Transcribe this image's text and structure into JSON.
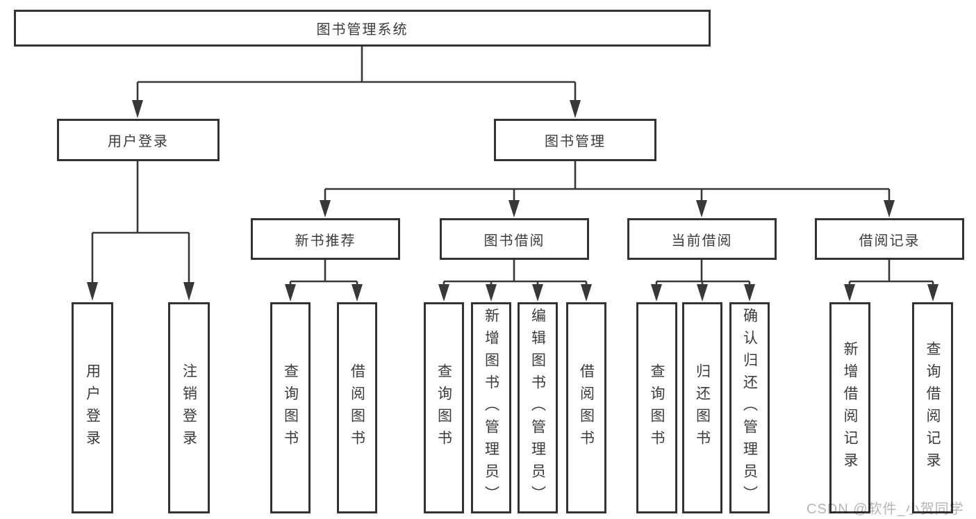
{
  "tree": {
    "label": "图书管理系统",
    "children": [
      {
        "label": "用户登录",
        "children": [
          {
            "label": "用户登录"
          },
          {
            "label": "注销登录"
          }
        ]
      },
      {
        "label": "图书管理",
        "children": [
          {
            "label": "新书推荐",
            "children": [
              {
                "label": "查询图书"
              },
              {
                "label": "借阅图书"
              }
            ]
          },
          {
            "label": "图书借阅",
            "children": [
              {
                "label": "查询图书"
              },
              {
                "label": "新增图书（管理员）"
              },
              {
                "label": "编辑图书（管理员）"
              },
              {
                "label": "借阅图书"
              }
            ]
          },
          {
            "label": "当前借阅",
            "children": [
              {
                "label": "查询图书"
              },
              {
                "label": "归还图书"
              },
              {
                "label": "确认归还（管理员）"
              }
            ]
          },
          {
            "label": "借阅记录",
            "children": [
              {
                "label": "新增借阅记录"
              },
              {
                "label": "查询借阅记录"
              }
            ]
          }
        ]
      }
    ]
  },
  "watermark": "CSDN @软件_小贺同学",
  "colors": {
    "line": "#383838",
    "border": "#333333",
    "text": "#3b3b3b",
    "background": "#ffffff",
    "watermark": "#b5b5b5"
  }
}
